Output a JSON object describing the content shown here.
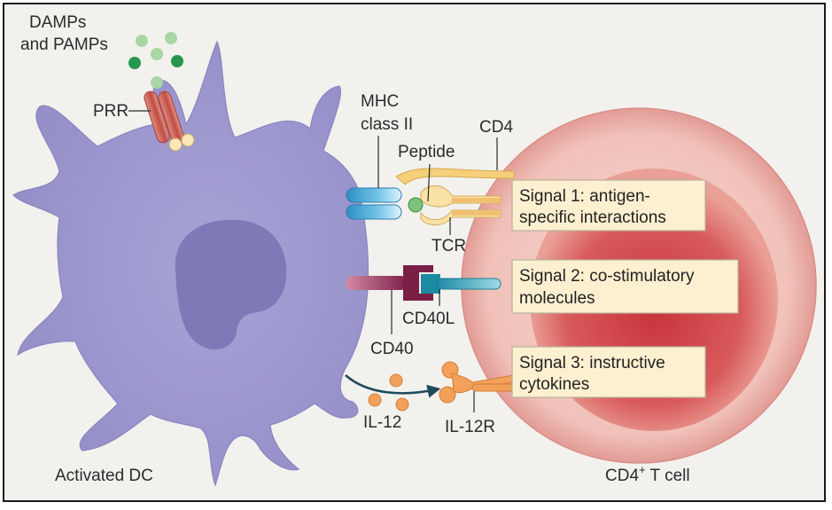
{
  "labels": {
    "damps_line1": "DAMPs",
    "damps_line2": "and PAMPs",
    "prr": "PRR",
    "mhc_line1": "MHC",
    "mhc_line2": "class II",
    "peptide": "Peptide",
    "cd4": "CD4",
    "tcr": "TCR",
    "cd40": "CD40",
    "cd40l": "CD40L",
    "il12": "IL-12",
    "il12r": "IL-12R",
    "activated_dc": "Activated DC",
    "t_cell_prefix": "CD4",
    "t_cell_sup": "+",
    "t_cell_suffix": " T cell"
  },
  "signals": [
    {
      "line1": "Signal 1: antigen-",
      "line2": "specific interactions"
    },
    {
      "line1": "Signal 2: co-stimulatory",
      "line2": "molecules"
    },
    {
      "line1": "Signal 3: instructive",
      "line2": "cytokines"
    }
  ],
  "colors": {
    "dc_body": "#9b96cc",
    "dc_nucleus": "#7f79b8",
    "t_cell_outer": "#f0c2bb",
    "t_cell_inner": "#d25456",
    "signal_box": "#fdf0d0",
    "mhc": "#5fb0d8",
    "cd4": "#f5cf7a",
    "cd40": "#8a2a52",
    "cd40l": "#2e9fb5",
    "il12": "#f2a05a",
    "prr": "#c7574e",
    "damps_light": "#a8d6a4",
    "damps_dark": "#27974f"
  }
}
